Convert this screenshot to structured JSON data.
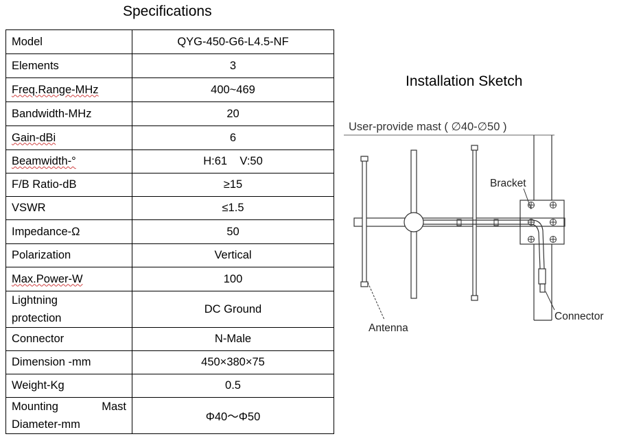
{
  "spec_title": "Specifications",
  "sketch_title": "Installation Sketch",
  "rows": [
    {
      "key": "Model",
      "value": "QYG-450-G6-L4.5-NF"
    },
    {
      "key": "Elements",
      "value": "3"
    },
    {
      "key": "Freq.Range-MHz",
      "value": "400~469"
    },
    {
      "key": "Bandwidth-MHz",
      "value": "20"
    },
    {
      "key": "Gain-dBi",
      "value": "6"
    },
    {
      "key": "Beamwidth-°",
      "value": "H:61    V:50"
    },
    {
      "key": "F/B Ratio-dB",
      "value": "≥15"
    },
    {
      "key": "VSWR",
      "value": "≤1.5"
    },
    {
      "key": "Impedance-Ω",
      "value": "50"
    },
    {
      "key": "Polarization",
      "value": "Vertical"
    },
    {
      "key": "Max.Power-W",
      "value": "100"
    },
    {
      "key_line1": "Lightning",
      "key_line2": "protection",
      "value": "DC Ground"
    },
    {
      "key": "Connector",
      "value": "N-Male"
    },
    {
      "key": "Dimension -mm",
      "value": "450×380×75"
    },
    {
      "key": "Weight-Kg",
      "value": "0.5"
    },
    {
      "key_line1_a": "Mounting",
      "key_line1_b": "Mast",
      "key_line2": "Diameter-mm",
      "value": "Φ40～Φ50"
    }
  ],
  "sketch": {
    "mast_label": "User-provide mast ( ∅40-∅50 )",
    "bracket_label": "Bracket",
    "connector_label": "Connector",
    "antenna_label": "Antenna"
  }
}
